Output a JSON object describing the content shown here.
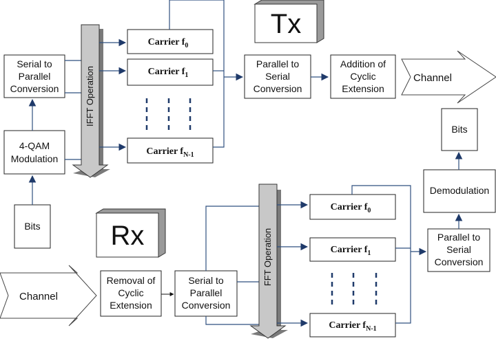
{
  "tx": {
    "label": "Tx",
    "bits": "Bits",
    "qam": [
      "4-QAM",
      "Modulation"
    ],
    "s2p": [
      "Serial to",
      "Parallel",
      "Conversion"
    ],
    "ifft": "IFFT Operation",
    "carrier_prefix": "Carrier f",
    "carriers": [
      {
        "sub": "0"
      },
      {
        "sub": "1"
      },
      {
        "sub": "N-1"
      }
    ],
    "p2s": [
      "Parallel to",
      "Serial",
      "Conversion"
    ],
    "cp_add": [
      "Addition of",
      "Cyclic",
      "Extension"
    ],
    "channel": "Channel"
  },
  "rx": {
    "label": "Rx",
    "channel": "Channel",
    "cp_remove": [
      "Removal of",
      "Cyclic",
      "Extension"
    ],
    "s2p": [
      "Serial to",
      "Parallel",
      "Conversion"
    ],
    "fft": "FFT Operation",
    "carrier_prefix": "Carrier f",
    "carriers": [
      {
        "sub": "0"
      },
      {
        "sub": "1"
      },
      {
        "sub": "N-1"
      }
    ],
    "p2s": [
      "Parallel to",
      "Serial",
      "Conversion"
    ],
    "demod": "Demodulation",
    "bits": "Bits"
  },
  "colors": {
    "line": "#2f4f7f",
    "arrowhead": "#1f3a6a",
    "bar_fill": "#c8c8c8",
    "bar_shadow": "#7a7a7a"
  }
}
